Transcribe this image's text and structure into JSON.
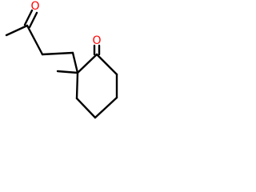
{
  "molecule": {
    "atoms": [
      {
        "id": "O1",
        "symbol": "O",
        "color": "#ff0000"
      },
      {
        "id": "O2",
        "symbol": "O",
        "color": "#ff0000"
      }
    ]
  }
}
